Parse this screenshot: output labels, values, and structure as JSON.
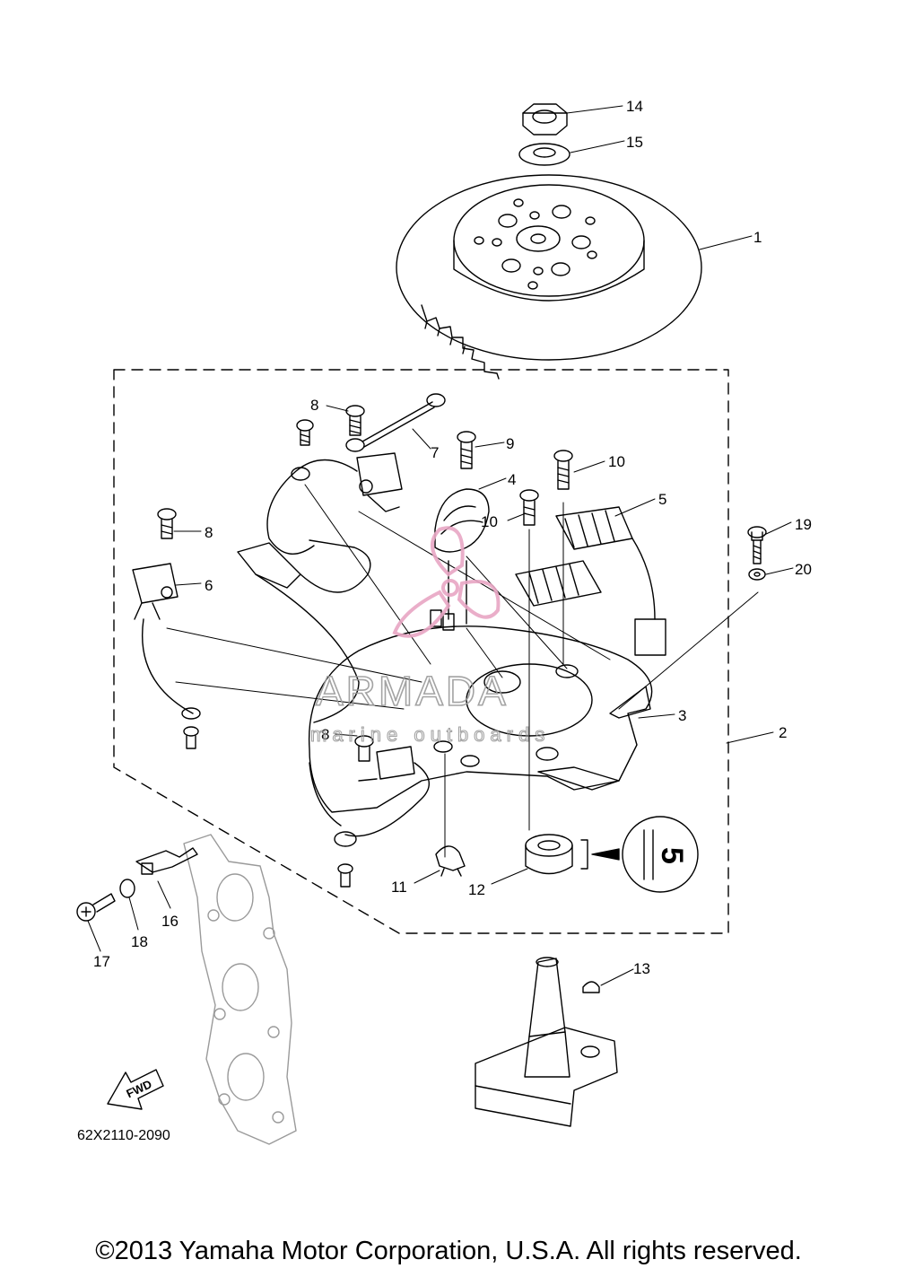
{
  "parts": {
    "p1": "1",
    "p2": "2",
    "p3": "3",
    "p4": "4",
    "p5": "5",
    "p6": "6",
    "p7": "7",
    "p8": "8",
    "p9": "9",
    "p10": "10",
    "p11": "11",
    "p12": "12",
    "p13": "13",
    "p14": "14",
    "p15": "15",
    "p16": "16",
    "p17": "17",
    "p18": "18",
    "p19": "19",
    "p20": "20"
  },
  "watermark": {
    "brand": "ARMADA",
    "tagline": "marine outboards"
  },
  "diagram_code": "62X2110-2090",
  "fwd_label": "FWD",
  "inset_symbol": "5",
  "copyright": "©2013 Yamaha Motor Corporation, U.S.A. All rights reserved."
}
